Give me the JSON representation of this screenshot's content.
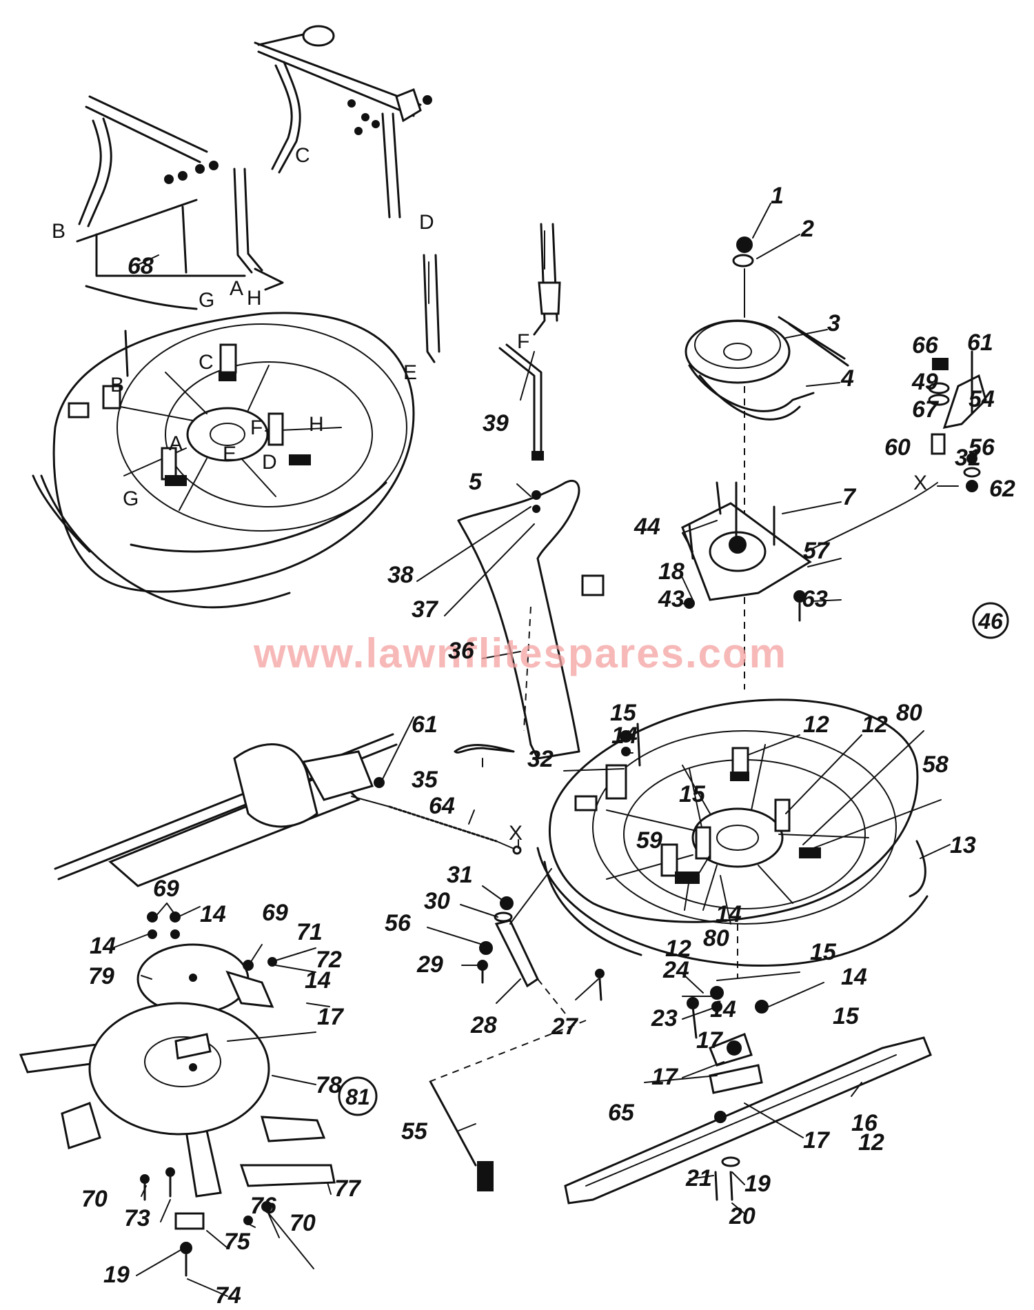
{
  "watermark": "www.lawnflitespares.com",
  "diagram_number": "46",
  "blade_assembly_number": "81",
  "part_labels": [
    "1",
    "2",
    "3",
    "4",
    "5",
    "7",
    "12",
    "12",
    "12",
    "12",
    "13",
    "14",
    "14",
    "14",
    "14",
    "14",
    "14",
    "14",
    "15",
    "15",
    "15",
    "15",
    "16",
    "17",
    "17",
    "17",
    "17",
    "18",
    "19",
    "19",
    "20",
    "21",
    "23",
    "24",
    "27",
    "28",
    "29",
    "30",
    "31",
    "31",
    "32",
    "35",
    "36",
    "37",
    "38",
    "39",
    "43",
    "44",
    "49",
    "54",
    "55",
    "56",
    "56",
    "57",
    "58",
    "59",
    "60",
    "61",
    "61",
    "62",
    "63",
    "64",
    "65",
    "66",
    "67",
    "68",
    "69",
    "69",
    "70",
    "70",
    "71",
    "72",
    "73",
    "74",
    "75",
    "76",
    "77",
    "78",
    "79",
    "80",
    "80"
  ],
  "letter_labels": [
    "A",
    "A",
    "B",
    "B",
    "C",
    "C",
    "D",
    "D",
    "E",
    "E",
    "F",
    "F",
    "G",
    "G",
    "H",
    "H",
    "X",
    "X"
  ]
}
